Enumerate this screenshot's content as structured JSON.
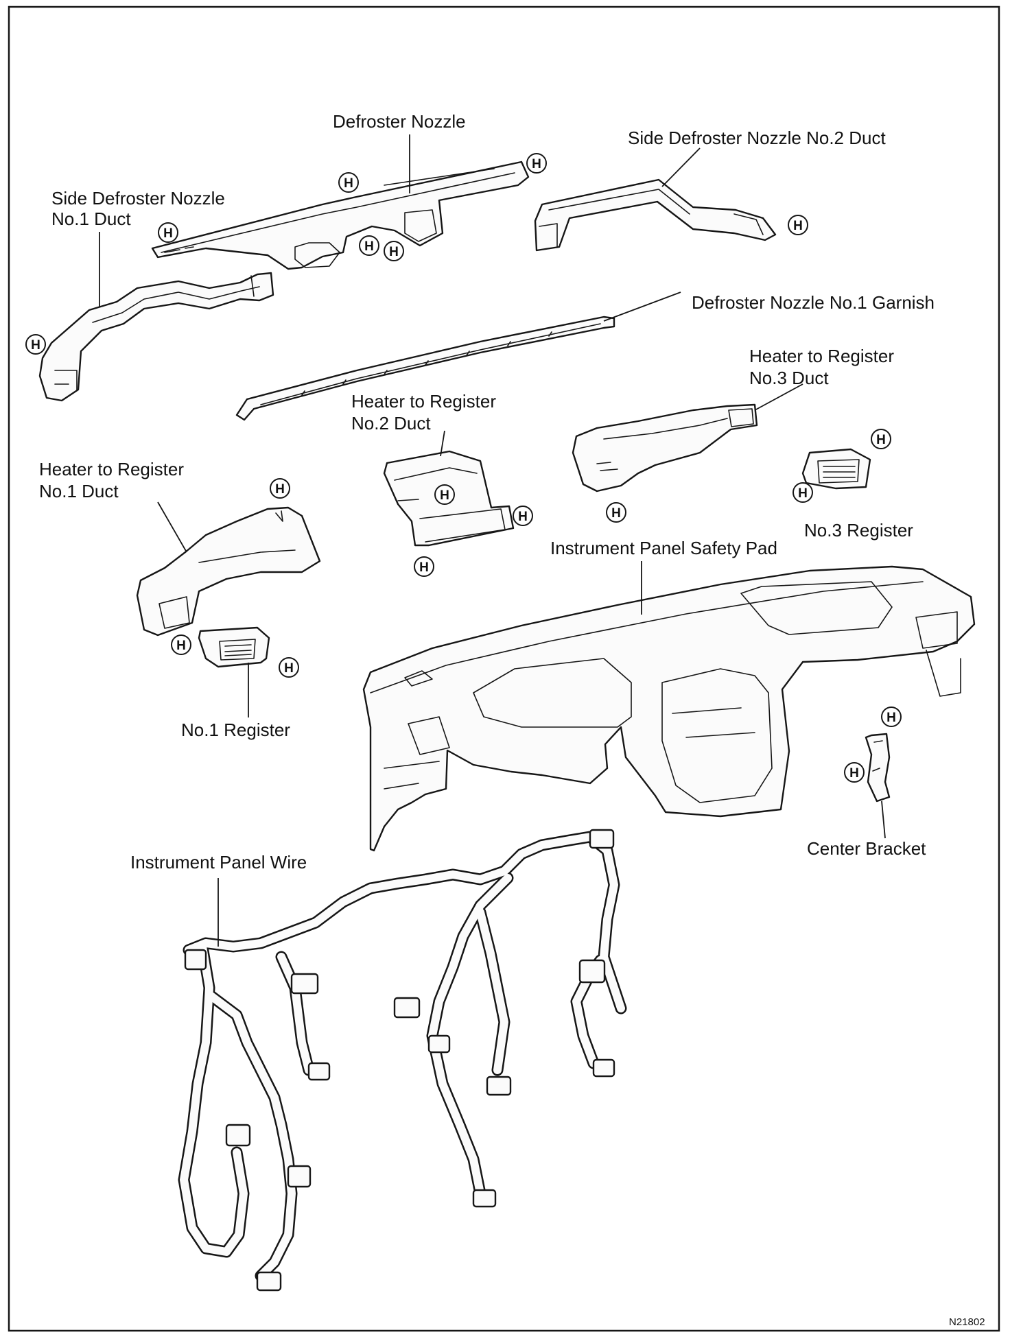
{
  "diagram": {
    "labels": {
      "defroster_nozzle": "Defroster Nozzle",
      "side_defroster_no2_duct": "Side Defroster Nozzle No.2 Duct",
      "side_defroster_no1_duct_line1": "Side Defroster Nozzle",
      "side_defroster_no1_duct_line2": "No.1 Duct",
      "defroster_no1_garnish": "Defroster Nozzle No.1 Garnish",
      "heater_reg_no3_line1": "Heater to Register",
      "heater_reg_no3_line2": "No.3 Duct",
      "heater_reg_no2_line1": "Heater to Register",
      "heater_reg_no2_line2": "No.2 Duct",
      "heater_reg_no1_line1": "Heater to Register",
      "heater_reg_no1_line2": "No.1 Duct",
      "no3_register": "No.3 Register",
      "safety_pad": "Instrument Panel Safety Pad",
      "no1_register": "No.1 Register",
      "center_bracket": "Center Bracket",
      "instrument_panel_wire": "Instrument Panel Wire"
    },
    "fastener_symbol": "H",
    "figure_code": "N21802"
  }
}
